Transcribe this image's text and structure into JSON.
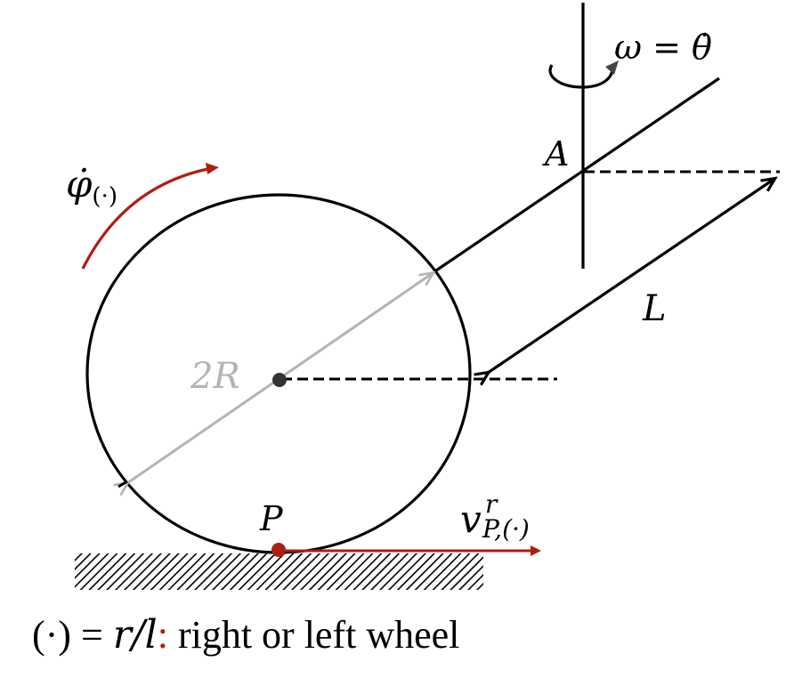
{
  "colors": {
    "ink": "#000000",
    "accent_red": "#b01e10",
    "dimension_gray": "#b4b4b4",
    "center_dot": "#333333",
    "arrow_dark": "#444444"
  },
  "labels": {
    "omega_lhs": "ω",
    "equals": " = ",
    "theta_dot": "θ̇",
    "point_A": "A",
    "phi_dot": "φ̇",
    "phi_sub": "(·)",
    "length_L": "L",
    "diameter": "2R",
    "point_P": "P",
    "velocity_v": "v",
    "velocity_sup": "r",
    "velocity_sub": "P,(·)"
  },
  "caption": {
    "lhs": "(·) = ",
    "rl": "r/l",
    "colon": ":",
    "text": " right or left wheel"
  }
}
